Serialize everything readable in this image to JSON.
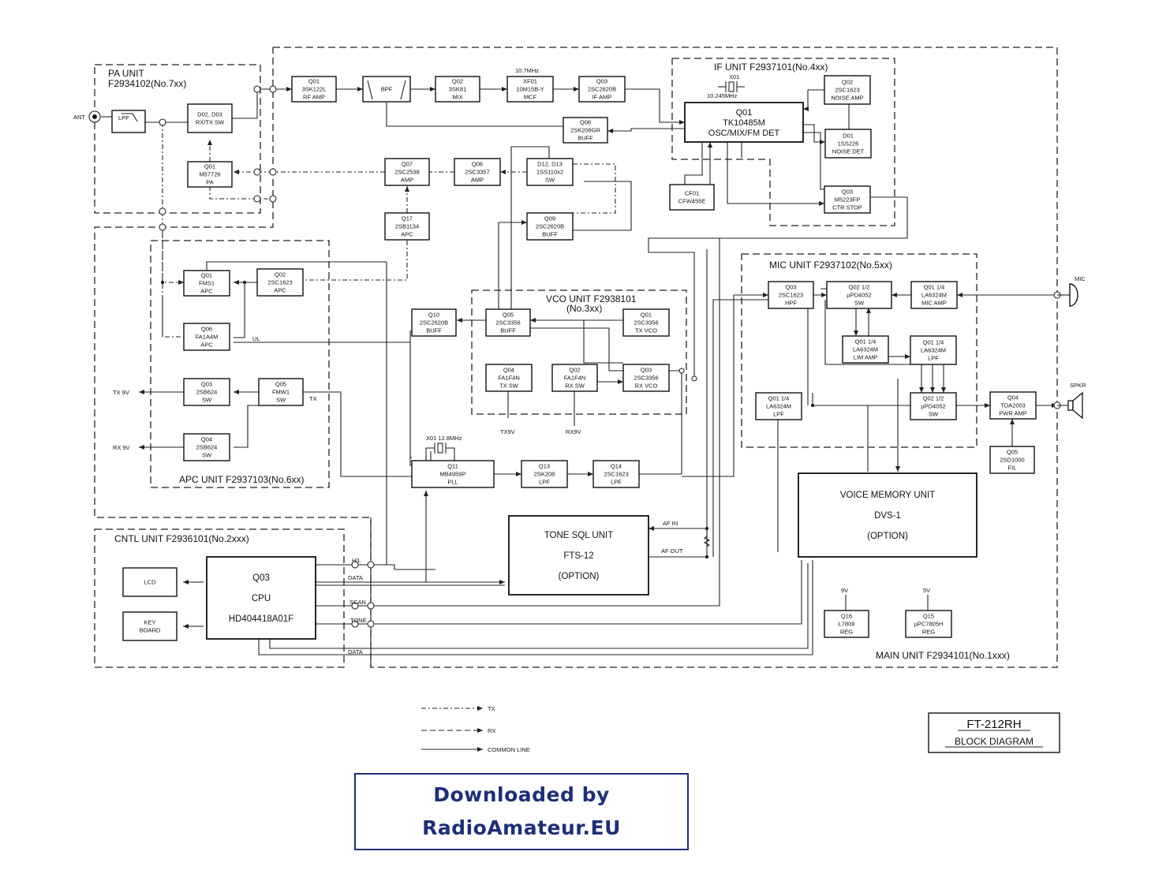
{
  "units": {
    "pa": {
      "name": "PA UNIT",
      "code": "F2934102(No.7xx)"
    },
    "if": {
      "title": "IF UNIT F2937101(No.4xx)"
    },
    "vco": {
      "title": "VCO UNIT F2938101",
      "sub": "(No.3xx)"
    },
    "mic": {
      "title": "MIC UNIT F2937102(No.5xx)"
    },
    "apc": {
      "title": "APC UNIT F2937103(No.6xx)"
    },
    "cntl": {
      "title": "CNTL UNIT F2936101(No.2xxx)"
    },
    "main": {
      "title": "MAIN UNIT F2934101(No.1xxx)"
    }
  },
  "blocks": {
    "pa_lpf": [
      "LPF"
    ],
    "pa_d02": [
      "D02, D03",
      "RX/TX SW"
    ],
    "pa_q01": [
      "Q01",
      "M57726",
      "PA"
    ],
    "q01_rf": [
      "Q01",
      "3SK122L",
      "RF AMP"
    ],
    "bpf": [
      "BPF"
    ],
    "q02_mix": [
      "Q02",
      "3SK81",
      "MIX"
    ],
    "xf01": [
      "XF01",
      "10M15B-Y",
      "MCF"
    ],
    "q03_if": [
      "Q03",
      "2SC2620B",
      "IF AMP"
    ],
    "q08_buff": [
      "Q08",
      "2SK208GR",
      "BUFF"
    ],
    "q07_amp": [
      "Q07",
      "2SC2538",
      "AMP"
    ],
    "q06_amp": [
      "Q06",
      "2SC3357",
      "AMP"
    ],
    "d12_sw": [
      "D12, D13",
      "1SS110x2",
      "SW"
    ],
    "q09_buff": [
      "Q09",
      "2SC2620B",
      "BUFF"
    ],
    "q17_apc": [
      "Q17",
      "2SB1134",
      "APC"
    ],
    "if_q01": [
      "Q01",
      "TK10485M",
      "OSC/MIX/FM DET"
    ],
    "if_q02": [
      "Q02",
      "2SC1623",
      "NOISE AMP"
    ],
    "if_d01": [
      "D01",
      "1SS226",
      "NOISE DET"
    ],
    "cf01": [
      "CF01",
      "CFW455E"
    ],
    "if_q03": [
      "Q03",
      "M5223FP",
      "CTR STOP"
    ],
    "apc_q01": [
      "Q01",
      "FMS1",
      "APC"
    ],
    "apc_q02": [
      "Q02",
      "2SC1623",
      "APC"
    ],
    "apc_q06": [
      "Q06",
      "FA1A4M",
      "APC"
    ],
    "apc_q03": [
      "Q03",
      "2SB624",
      "SW"
    ],
    "apc_q05": [
      "Q05",
      "FMW1",
      "SW"
    ],
    "apc_q04": [
      "Q04",
      "2SB624",
      "SW"
    ],
    "q10_buff": [
      "Q10",
      "2SC2620B",
      "BUFF"
    ],
    "vco_q05": [
      "Q05",
      "2SC3356",
      "BUFF"
    ],
    "vco_q01": [
      "Q01",
      "2SC3356",
      "TX VCO"
    ],
    "vco_q04": [
      "Q04",
      "FA1F4N",
      "TX SW"
    ],
    "vco_q02": [
      "Q02",
      "FA1F4N",
      "RX SW"
    ],
    "vco_q03": [
      "Q03",
      "2SC3356",
      "RX VCO"
    ],
    "q11_pll": [
      "Q11",
      "MB4959P",
      "PLL"
    ],
    "q13_lpf": [
      "Q13",
      "2SK208",
      "LPF"
    ],
    "q14_lpf": [
      "Q14",
      "2SC1623",
      "LPF"
    ],
    "mic_q03": [
      "Q03",
      "2SC1623",
      "HPF"
    ],
    "mic_q02a": [
      "Q02 1/2",
      "µPD4052",
      "SW"
    ],
    "mic_q01a": [
      "Q01 1/4",
      "LA6324M",
      "MIC AMP"
    ],
    "mic_q01b": [
      "Q01 1/4",
      "LA6324M",
      "LIM AMP"
    ],
    "mic_q01c": [
      "Q01 1/4",
      "LA6324M",
      "LPF"
    ],
    "mic_q01d": [
      "Q01 1/4",
      "LA6324M",
      "LPF"
    ],
    "mic_q02b": [
      "Q02 1/2",
      "µPD4052",
      "SW"
    ],
    "q04_pwr": [
      "Q04",
      "TDA2003",
      "PWR AMP"
    ],
    "q05_fil": [
      "Q05",
      "2SD1000",
      "FIL"
    ],
    "lcd": [
      "LCD"
    ],
    "keyboard": [
      "KEY",
      "BOARD"
    ],
    "cpu": [
      "Q03",
      "CPU",
      "HD404418A01F"
    ],
    "tone_sql": [
      "TONE SQL UNIT",
      "FTS-12",
      "(OPTION)"
    ],
    "voice_mem": [
      "VOICE MEMORY UNIT",
      "DVS-1",
      "(OPTION)"
    ],
    "q16_reg": [
      "Q16",
      "L7809",
      "REG"
    ],
    "q15_reg": [
      "Q15",
      "µPC7805H",
      "REG"
    ]
  },
  "labels": {
    "ant": "ANT",
    "mic": "MIC",
    "spkr": "SPKR",
    "freq_107": "10.7MHz",
    "x01_if": "X01",
    "x01_if_freq": "10.245MHz",
    "x01_pll": "X01 12.8MHz",
    "tx9v": "TX 9V",
    "rx9v": "RX 9V",
    "ul": "UL",
    "tx": "TX",
    "tx9v_vco": "TX9V",
    "rx9v_vco": "RX9V",
    "af_in": "AF IN",
    "af_out": "AF OUT",
    "hl": "H/L",
    "data": "DATA",
    "scan": "SCAN",
    "tone": "TONE",
    "data2": "DATA",
    "v9": "9V",
    "v5": "5V"
  },
  "legend": {
    "tx": "TX",
    "rx": "RX",
    "common": "COMMON LINE"
  },
  "title_box": {
    "model": "FT-212RH",
    "subtitle": "BLOCK DIAGRAM"
  },
  "watermark": {
    "line1": "Downloaded by",
    "line2": "RadioAmateur.EU",
    "color": "#1c2f78"
  }
}
